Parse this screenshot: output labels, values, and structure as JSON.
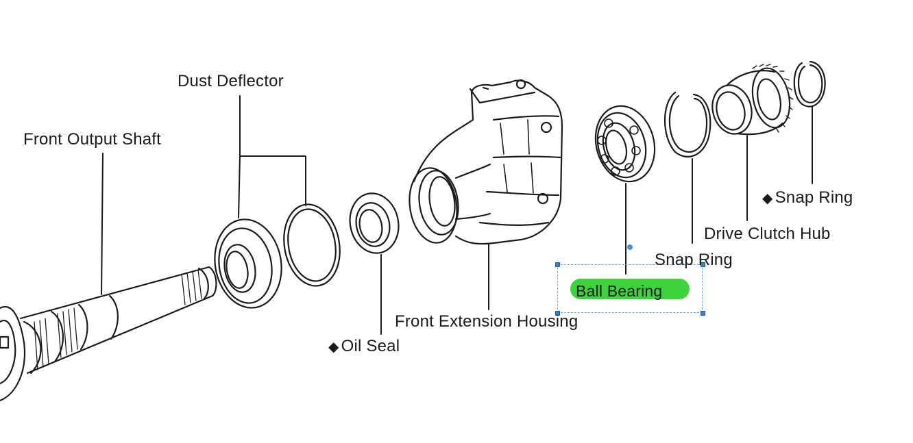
{
  "diagram": {
    "labels": {
      "front_output_shaft": "Front Output Shaft",
      "dust_deflector": "Dust Deflector",
      "oil_seal": "Oil Seal",
      "front_extension_housing": "Front Extension Housing",
      "ball_bearing": "Ball Bearing",
      "snap_ring_inner": "Snap Ring",
      "drive_clutch_hub": "Drive Clutch Hub",
      "snap_ring_outer": "Snap Ring"
    },
    "bullet_symbol": "◆",
    "highlight_color": "#3dd33d",
    "selection_color": "#3d7fc4"
  }
}
